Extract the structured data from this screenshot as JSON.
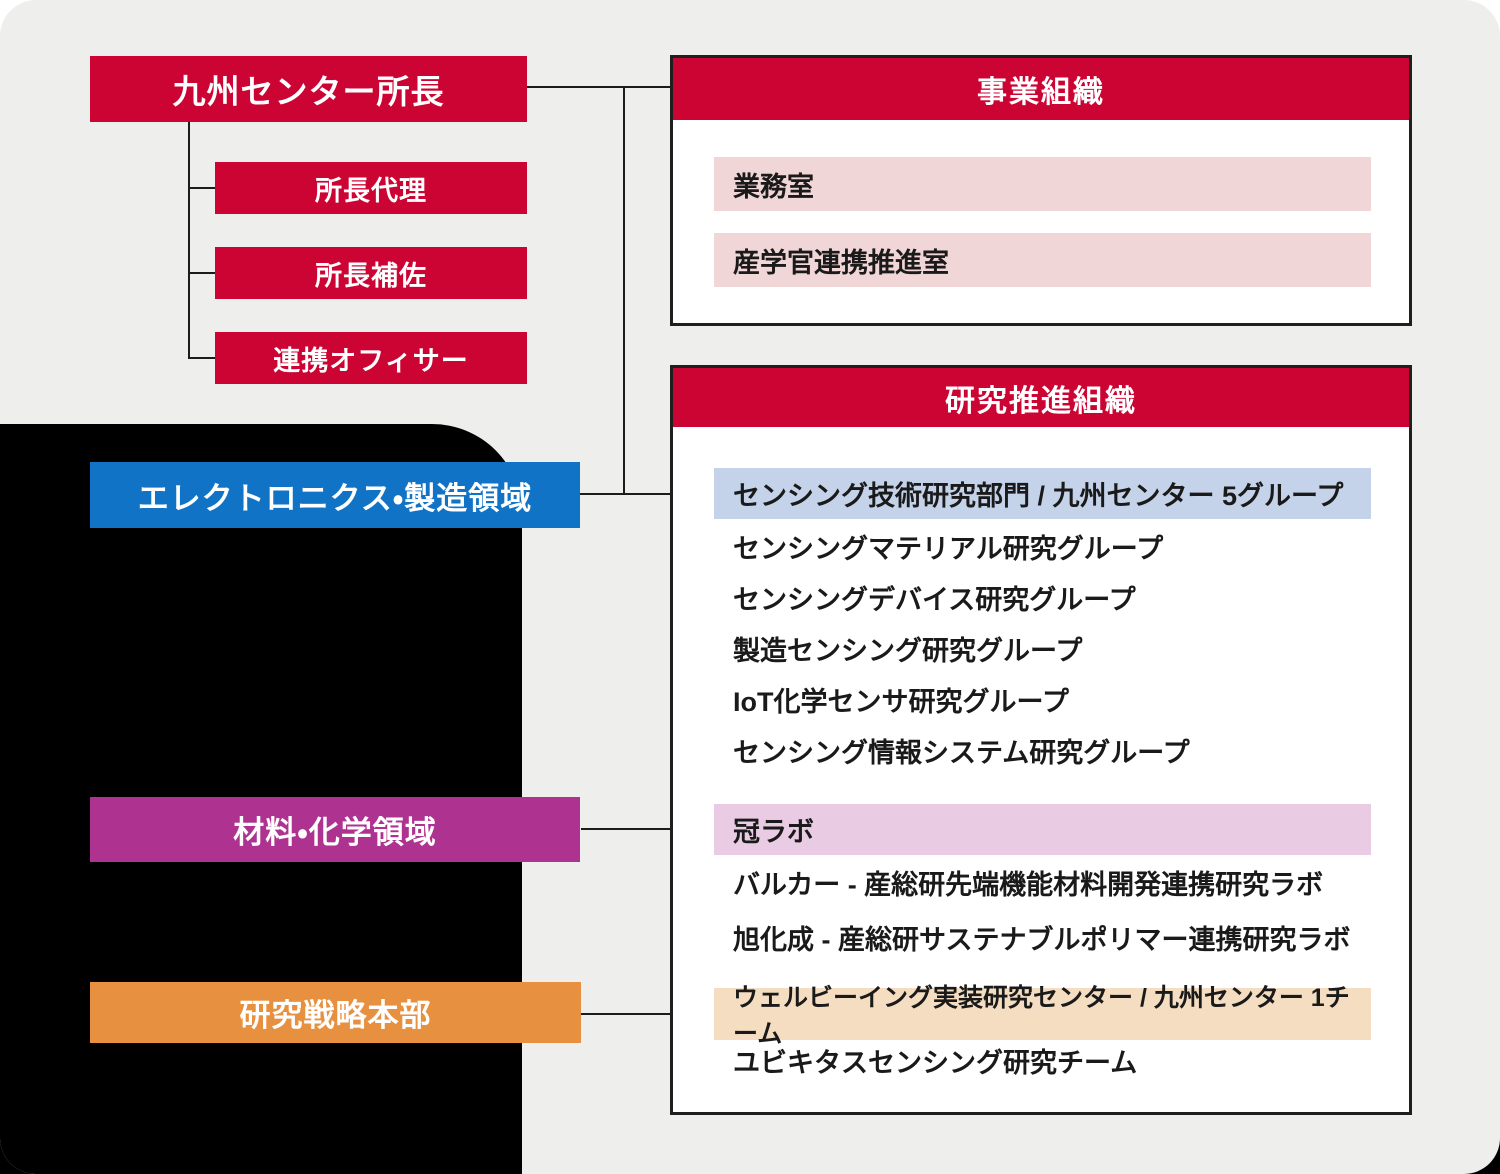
{
  "colors": {
    "brand_red": "#cc0433",
    "pink_row": "#f1d6d8",
    "domain_blue": "#1173c5",
    "banner_light_blue": "#c5d3ea",
    "domain_purple": "#ae3390",
    "banner_light_purple": "#e9cbe3",
    "domain_orange": "#e79140",
    "banner_light_orange": "#f5ddc2",
    "background_gray": "#eeeeec",
    "background_black": "#000000",
    "text_dark": "#1a1a1a"
  },
  "director_tree": {
    "director": "九州センター所長",
    "deputies": [
      "所長代理",
      "所長補佐",
      "連携オフィサー"
    ]
  },
  "domains": [
    {
      "label": "エレクトロニクス・製造領域"
    },
    {
      "label": "材料・化学領域"
    },
    {
      "label": "研究戦略本部"
    }
  ],
  "business_panel": {
    "title": "事業組織",
    "rows": [
      "業務室",
      "産学官連携推進室"
    ]
  },
  "research_panel": {
    "title": "研究推進組織",
    "department_banner": "センシング技術研究部門 / 九州センター 5グループ",
    "groups": [
      "センシングマテリアル研究グループ",
      "センシングデバイス研究グループ",
      "製造センシング研究グループ",
      "IoT化学センサ研究グループ",
      "センシング情報システム研究グループ"
    ],
    "crown_lab_banner": "冠ラボ",
    "labs": [
      "バルカー - 産総研先端機能材料開発連携研究ラボ",
      "旭化成 - 産総研サステナブルポリマー連携研究ラボ"
    ],
    "wellbeing_banner": "ウェルビーイング実装研究センター / 九州センター 1チーム",
    "teams": [
      "ユビキタスセンシング研究チーム"
    ]
  }
}
